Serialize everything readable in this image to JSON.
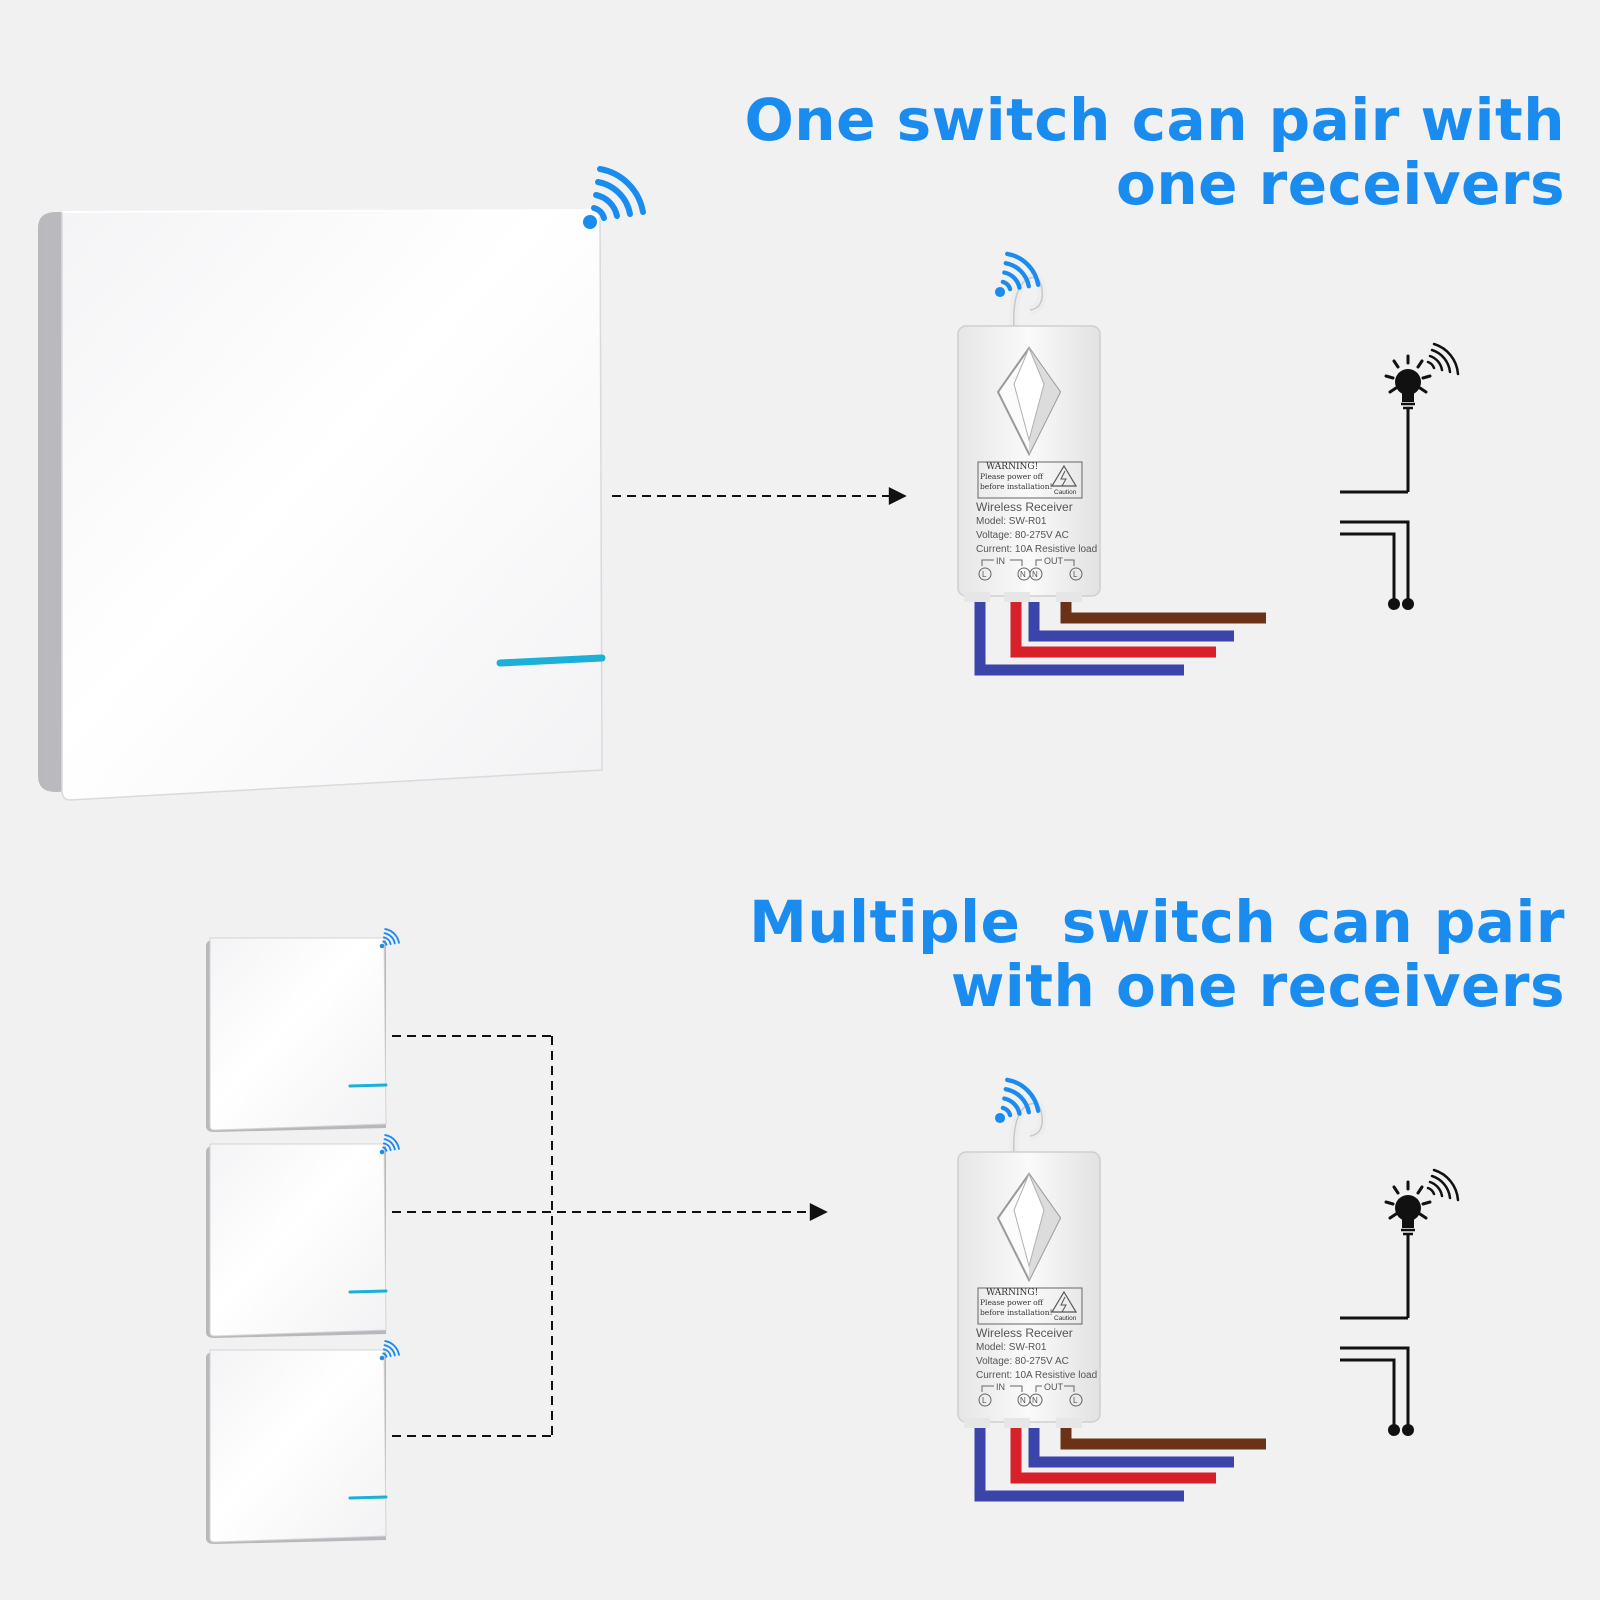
{
  "section_single": {
    "heading_line1": "One switch can pair with",
    "heading_line2": "one receivers"
  },
  "section_multiple": {
    "heading_line1": "Multiple  switch can pair",
    "heading_line2": "with one receivers"
  },
  "receiver_label": {
    "warning_title": "WARNING!",
    "warning_line1": "Please power off",
    "warning_line2": "before installation!",
    "caution": "Caution",
    "name": "Wireless Receiver",
    "model": "Model: SW-R01",
    "voltage": "Voltage: 80-275V AC",
    "current": "Current: 10A Resistive load",
    "in_label": "IN",
    "out_label": "OUT",
    "terminal_l": "L",
    "terminal_n": "N"
  },
  "colors": {
    "accent_blue": "#1a8cf0",
    "wire_blue": "#3b44a8",
    "wire_red": "#d8202a",
    "wire_brown": "#6b3218",
    "indicator_cyan": "#1ab0d8"
  }
}
